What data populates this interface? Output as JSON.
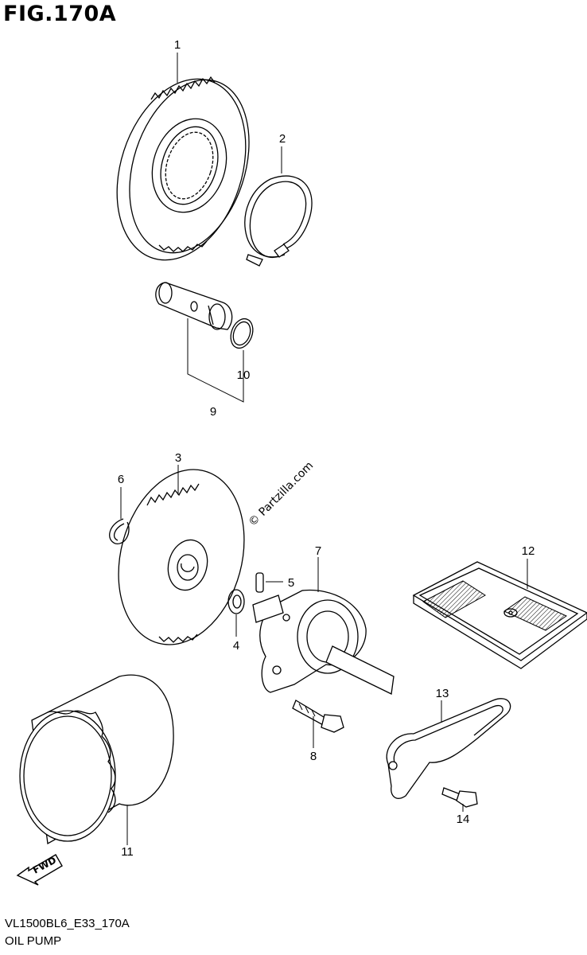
{
  "figure": {
    "title": "FIG.170A",
    "model_code": "VL1500BL6_E33_170A",
    "section_name": "OIL PUMP"
  },
  "watermark": "© Partzilla.com",
  "direction_indicator": "FWD",
  "callouts": [
    "1",
    "2",
    "3",
    "4",
    "5",
    "6",
    "7",
    "8",
    "9",
    "10",
    "11",
    "12",
    "13",
    "14"
  ]
}
